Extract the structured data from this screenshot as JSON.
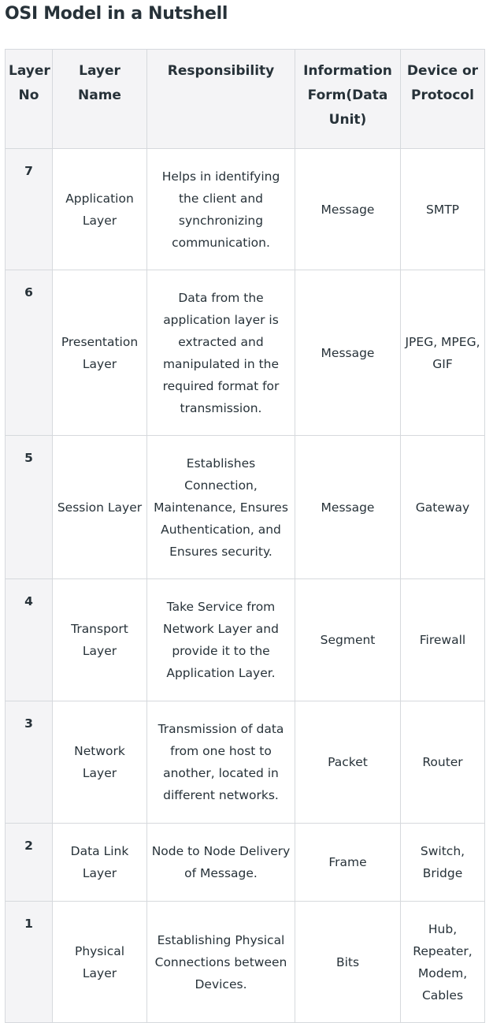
{
  "title": "OSI Model in a Nutshell",
  "headers": {
    "layer_no": "Layer No",
    "layer_name": "Layer Name",
    "responsibility": "Responsibility",
    "information_form": "Information Form(Data Unit)",
    "device_protocol": "Device or Protocol"
  },
  "rows": [
    {
      "no": "7",
      "name": "Application Layer",
      "responsibility": "Helps in identifying the client and synchronizing communication.",
      "form": "Message",
      "device": "SMTP"
    },
    {
      "no": "6",
      "name": "Presentation Layer",
      "responsibility": "Data from the application layer is extracted and manipulated in the required format for transmission.",
      "form": "Message",
      "device": "JPEG, MPEG, GIF"
    },
    {
      "no": "5",
      "name": "Session Layer",
      "responsibility": "Establishes Connection, Maintenance, Ensures Authentication, and Ensures security.",
      "form": "Message",
      "device": "Gateway"
    },
    {
      "no": "4",
      "name": "Transport Layer",
      "responsibility": "Take Service from Network Layer and provide it to the Application Layer.",
      "form": "Segment",
      "device": "Firewall"
    },
    {
      "no": "3",
      "name": "Network Layer",
      "responsibility": "Transmission of data from one host to another, located in different networks.",
      "form": "Packet",
      "device": "Router"
    },
    {
      "no": "2",
      "name": "Data Link Layer",
      "responsibility": "Node to Node Delivery of Message.",
      "form": "Frame",
      "device": "Switch, Bridge"
    },
    {
      "no": "1",
      "name": "Physical Layer",
      "responsibility": "Establishing Physical Connections between Devices.",
      "form": "Bits",
      "device": "Hub, Repeater, Modem, Cables"
    }
  ]
}
